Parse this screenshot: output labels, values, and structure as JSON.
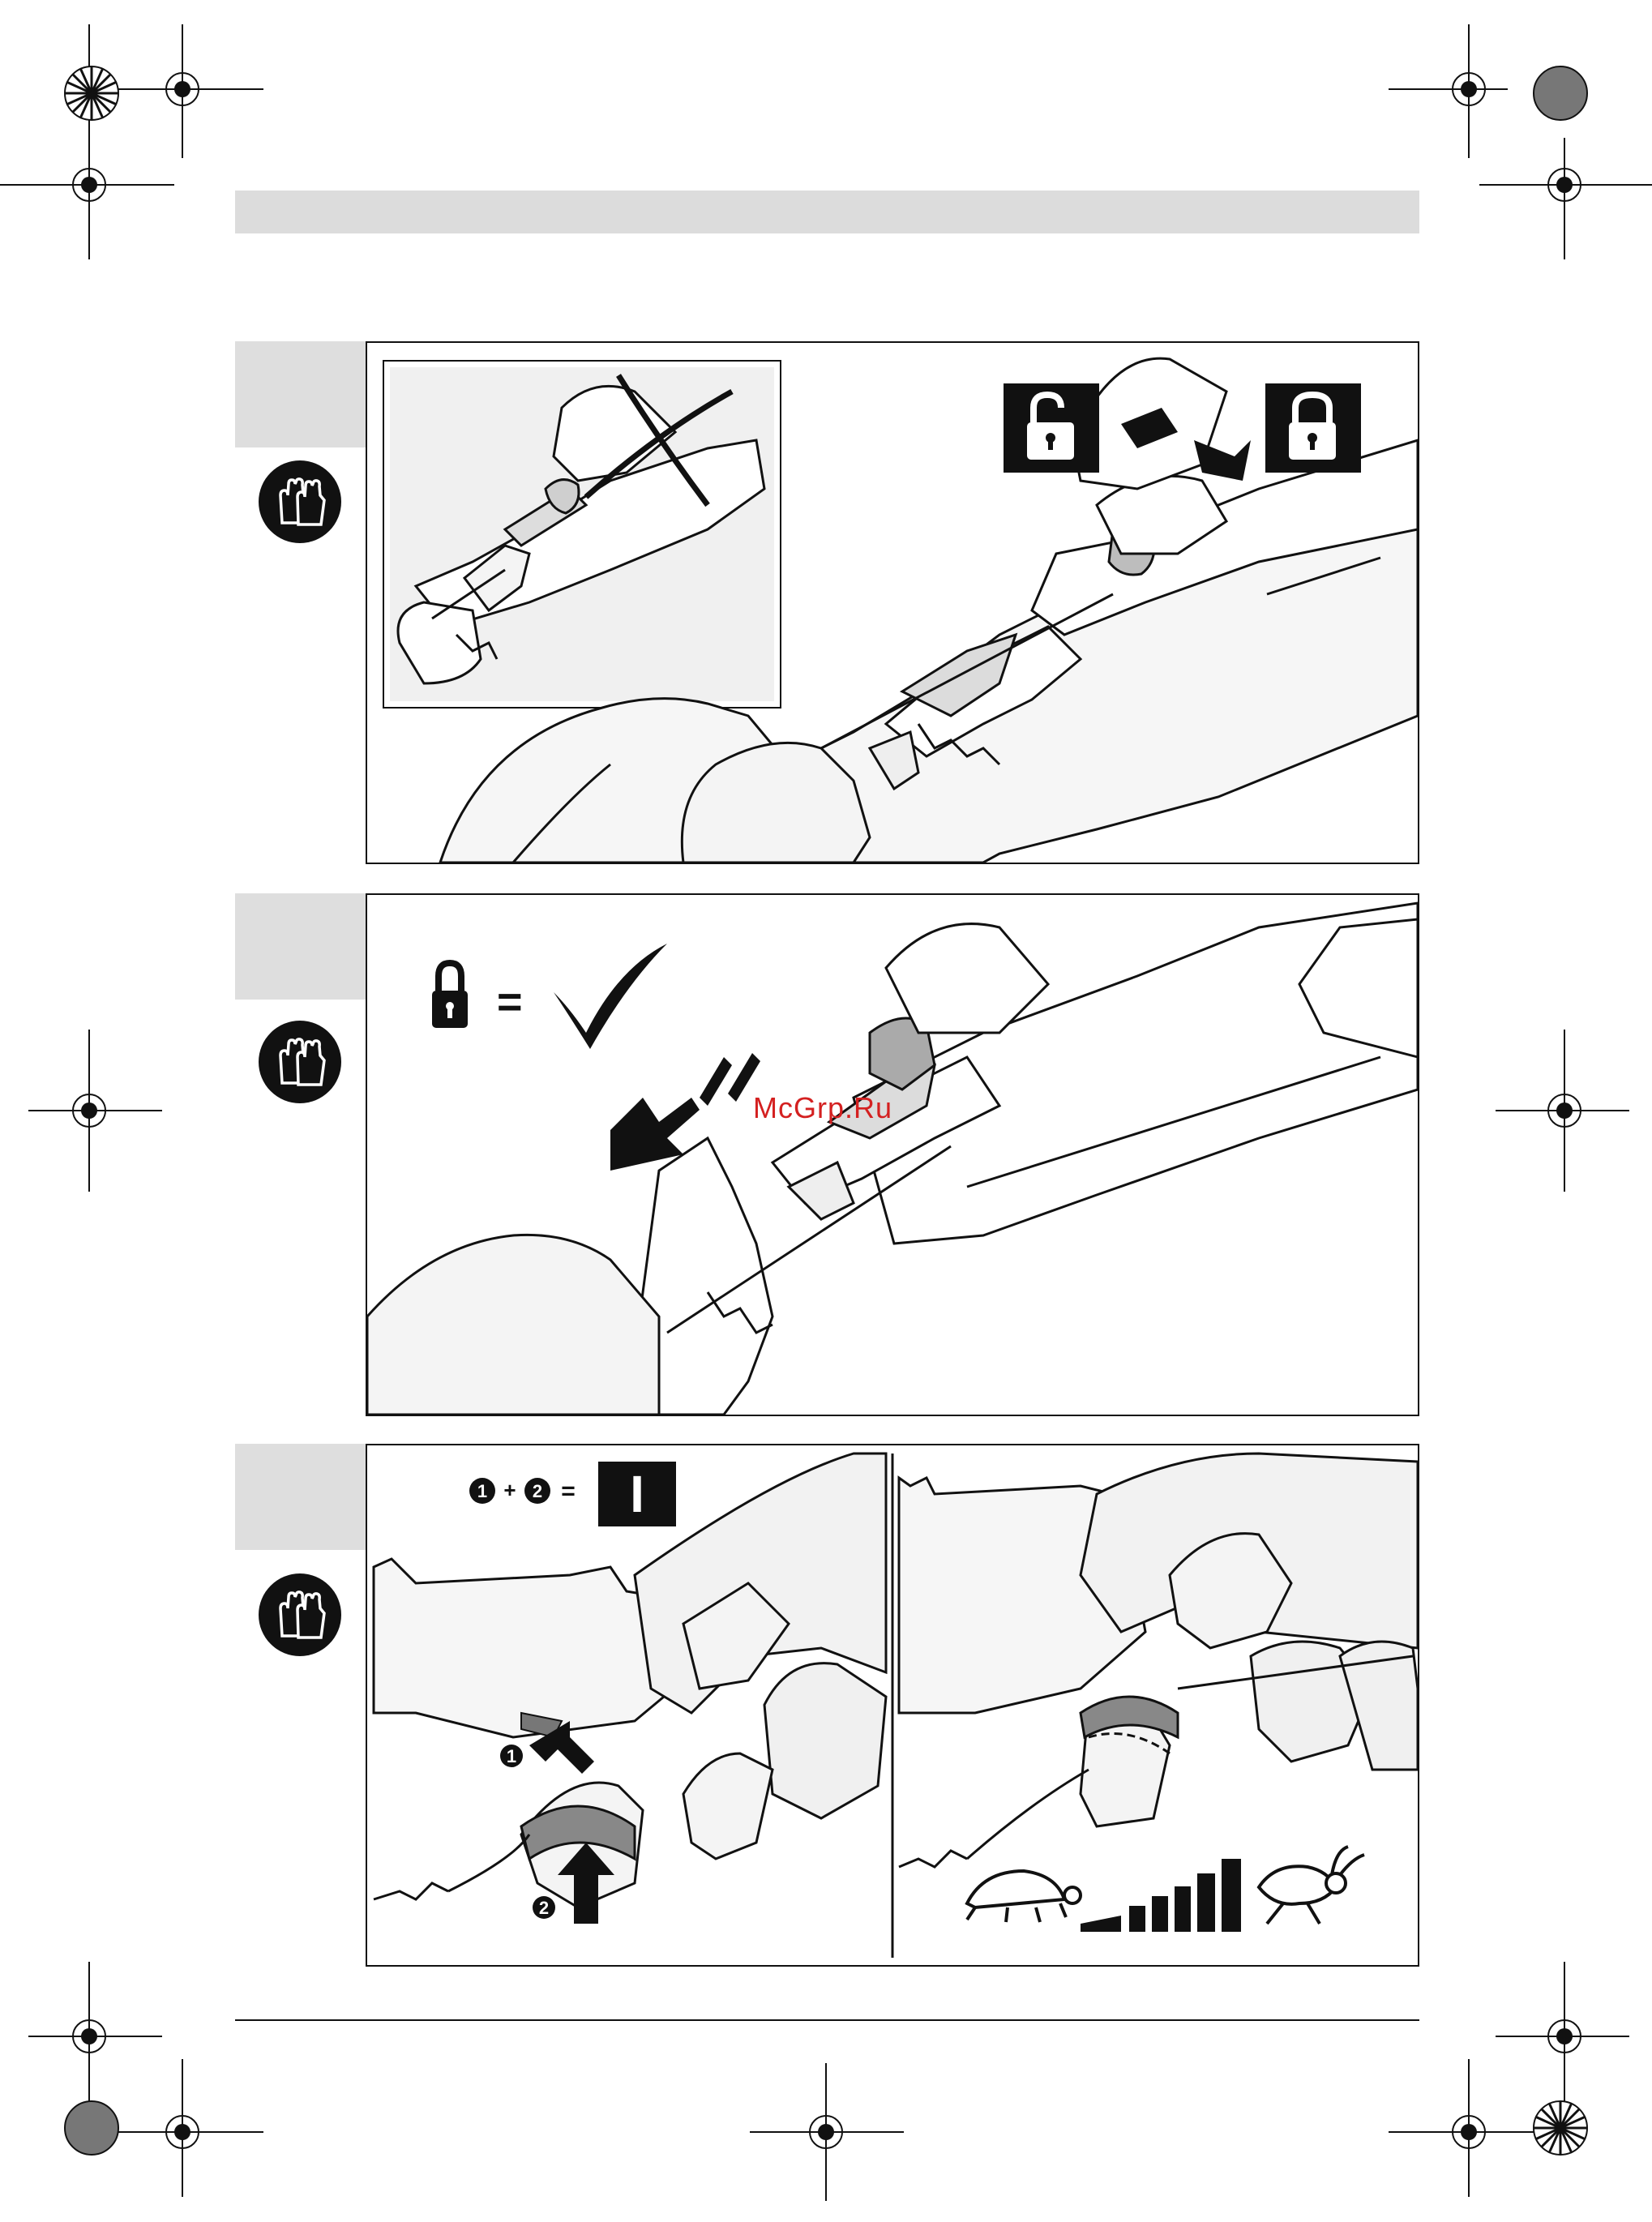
{
  "header": {
    "band_color": "#dcdcdc"
  },
  "watermark": {
    "text": "McGrp.Ru",
    "color": "#d42020"
  },
  "icons": {
    "safety": "gloves-icon",
    "unlock": "open-padlock-icon",
    "lock": "closed-padlock-icon",
    "confirm": "check-mark-icon",
    "forbidden": "cross-mark-icon",
    "slow": "turtle-icon",
    "fast": "rabbit-icon",
    "speed": "speed-steps-icon",
    "switch_on": "on-switch-icon"
  },
  "panel3": {
    "formula": {
      "step1": "1",
      "plus": "+",
      "step2": "2",
      "equals": "=",
      "result_symbol": "I"
    },
    "callouts": {
      "first": "1",
      "second": "2"
    }
  },
  "panel2": {
    "equals": "="
  }
}
